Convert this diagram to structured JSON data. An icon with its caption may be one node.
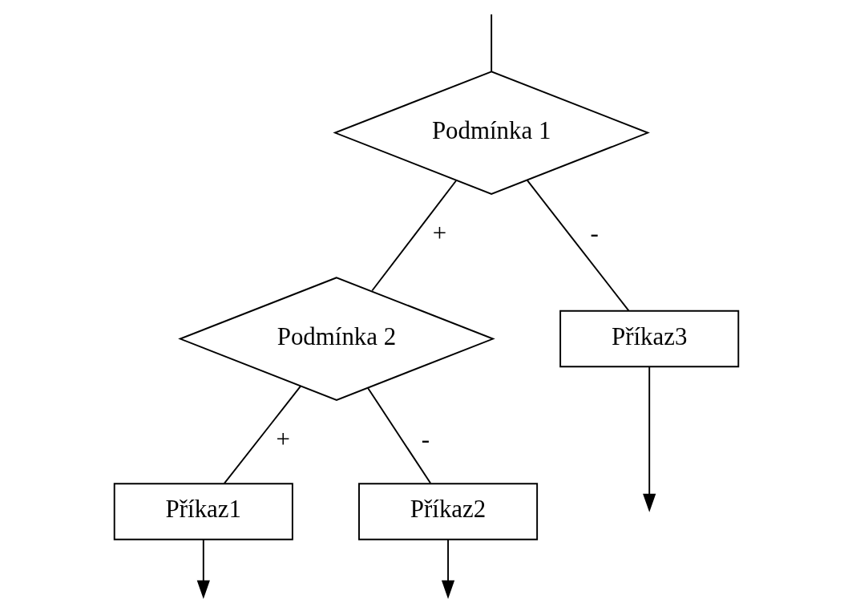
{
  "diagram": {
    "nodes": [
      {
        "text": [
          "Podmínka 1"
        ]
      },
      {
        "text": [
          "Podmínka 2"
        ]
      },
      {
        "text": [
          "Příkaz1"
        ]
      },
      {
        "text": [
          "Příkaz2"
        ]
      },
      {
        "text": [
          "Příkaz3"
        ]
      }
    ],
    "edges": [
      {
        "from": null,
        "to": 0,
        "arrow": "none"
      },
      {
        "from": 0,
        "to": 1,
        "label": "+",
        "arrow": "none"
      },
      {
        "from": 0,
        "to": 4,
        "label": "-",
        "arrow": "none"
      },
      {
        "from": 1,
        "to": 2,
        "label": "+",
        "arrow": "none"
      },
      {
        "from": 1,
        "to": 3,
        "label": "-",
        "arrow": "none"
      },
      {
        "from": 2,
        "to": null,
        "arrow": "to"
      },
      {
        "from": 3,
        "to": null,
        "arrow": "to"
      },
      {
        "from": 4,
        "to": null,
        "arrow": "to"
      }
    ]
  }
}
